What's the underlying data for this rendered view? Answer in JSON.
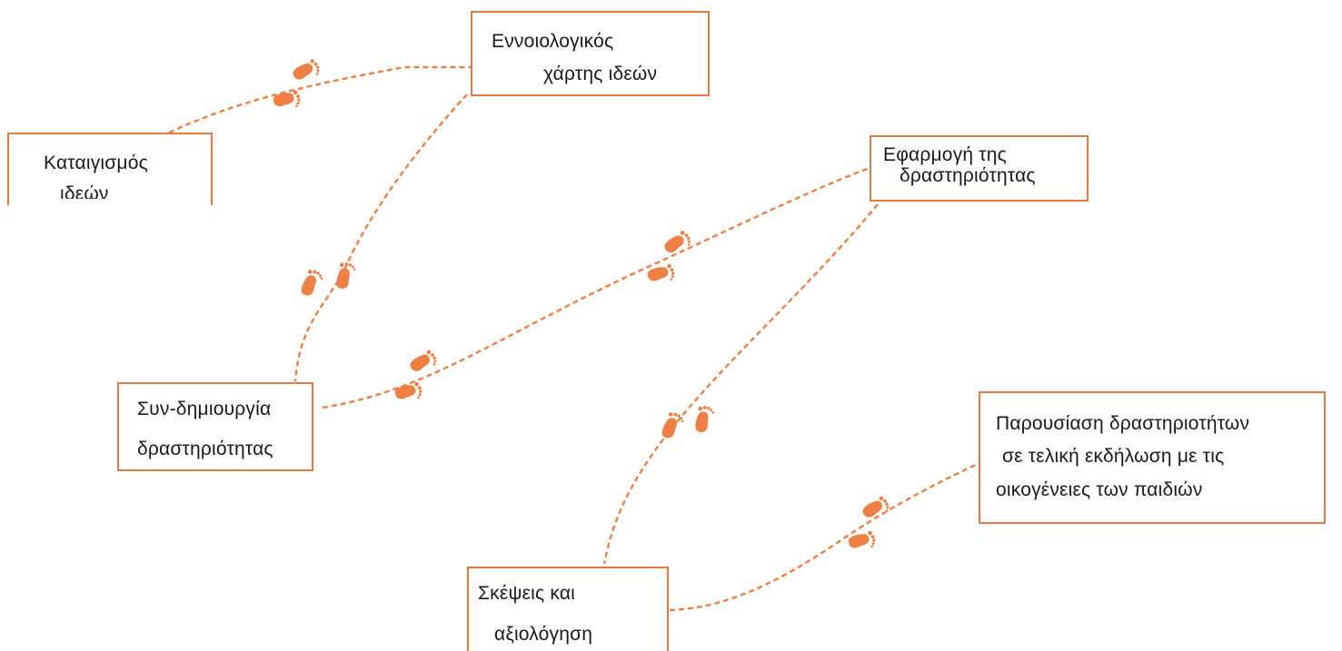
{
  "diagram": {
    "nodes": {
      "brainstorming": {
        "line1": "Καταιγισμός",
        "line2": "ιδεών"
      },
      "concept_map": {
        "line1": "Εννοιολογικός",
        "line2": "χάρτης ιδεών"
      },
      "application": {
        "line1": "Εφαρμογή της",
        "line2": "δραστηριότητας"
      },
      "co_creation": {
        "line1": "Συν-δημιουργία",
        "line2": "δραστηριότητας"
      },
      "presentation": {
        "line1": "Παρουσίαση δραστηριοτήτων",
        "line2": "σε τελική εκδήλωση με τις",
        "line3": "οικογένειες των παιδιών"
      },
      "reflection": {
        "line1": "Σκέψεις και",
        "line2": "αξιολόγηση"
      }
    },
    "colors": {
      "accent": "#ee7f45",
      "border": "#e07a45",
      "text": "#1a1a1a"
    },
    "icons": [
      "footprints-icon"
    ]
  }
}
